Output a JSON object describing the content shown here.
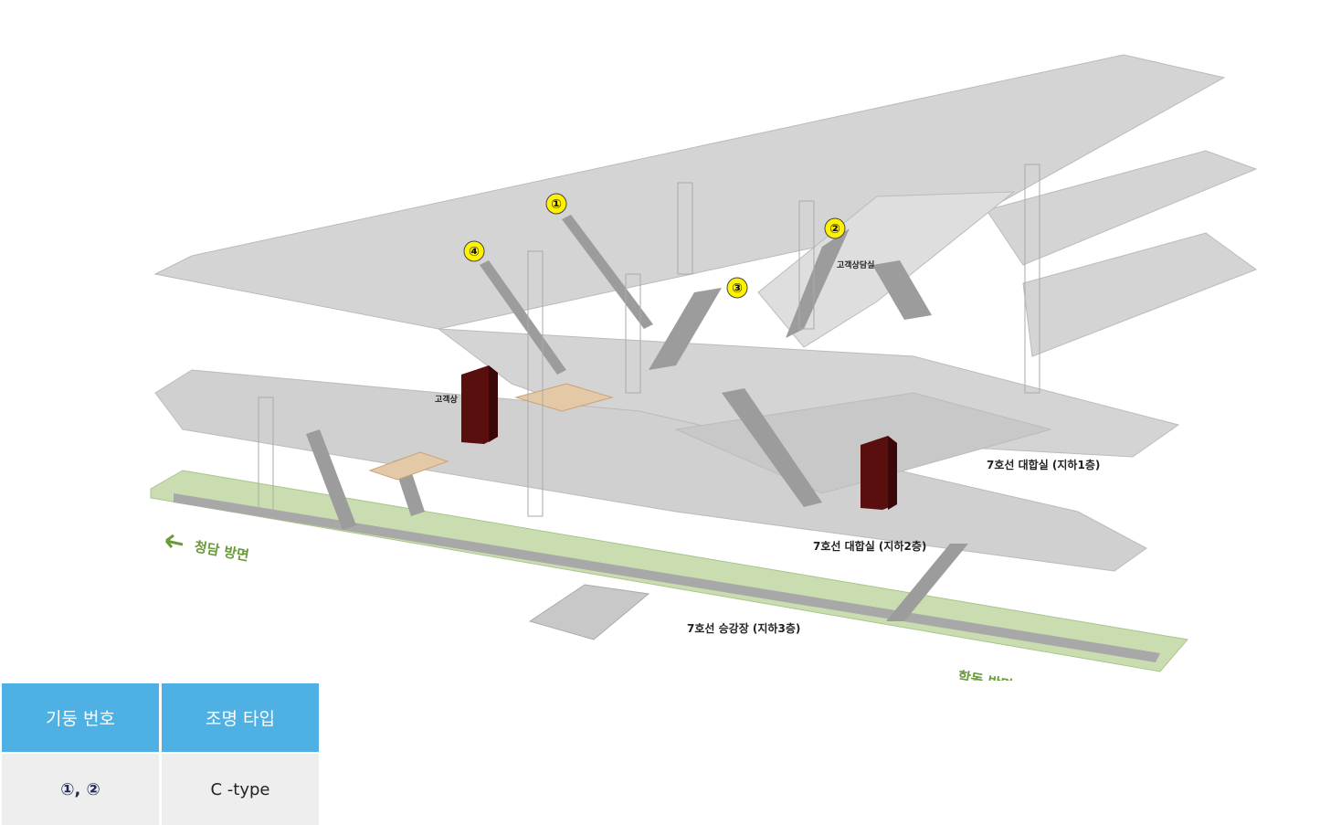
{
  "exits": [
    {
      "label": "①"
    },
    {
      "label": "②"
    },
    {
      "label": "③"
    },
    {
      "label": "④"
    }
  ],
  "pillars": [
    {
      "label": "①"
    },
    {
      "label": "②"
    }
  ],
  "labels": {
    "customer_center_upper": "고객상담실",
    "customer_center_lower": "고객상",
    "b1_concourse": "7호선 대합실 (지하1층)",
    "b2_concourse": "7호선 대합실 (지하2층)",
    "b3_platform": "7호선 승강장 (지하3층)",
    "dir_left": "청담 방면",
    "dir_right": "학동 방면"
  },
  "legend": {
    "headers": [
      "기둥 번호",
      "조명 타입"
    ],
    "rows": [
      [
        "①, ②",
        "C -type"
      ]
    ]
  },
  "colors": {
    "floor": "#d4d4d4",
    "floor_dark": "#b5b5b5",
    "platform": "#c9ddb0",
    "pillar": "#5a0f0f",
    "exit_marker": "#fff200",
    "direction": "#6a9a3a",
    "toilet": "#e4c9a6",
    "legend_header": "#4fb0e3"
  }
}
